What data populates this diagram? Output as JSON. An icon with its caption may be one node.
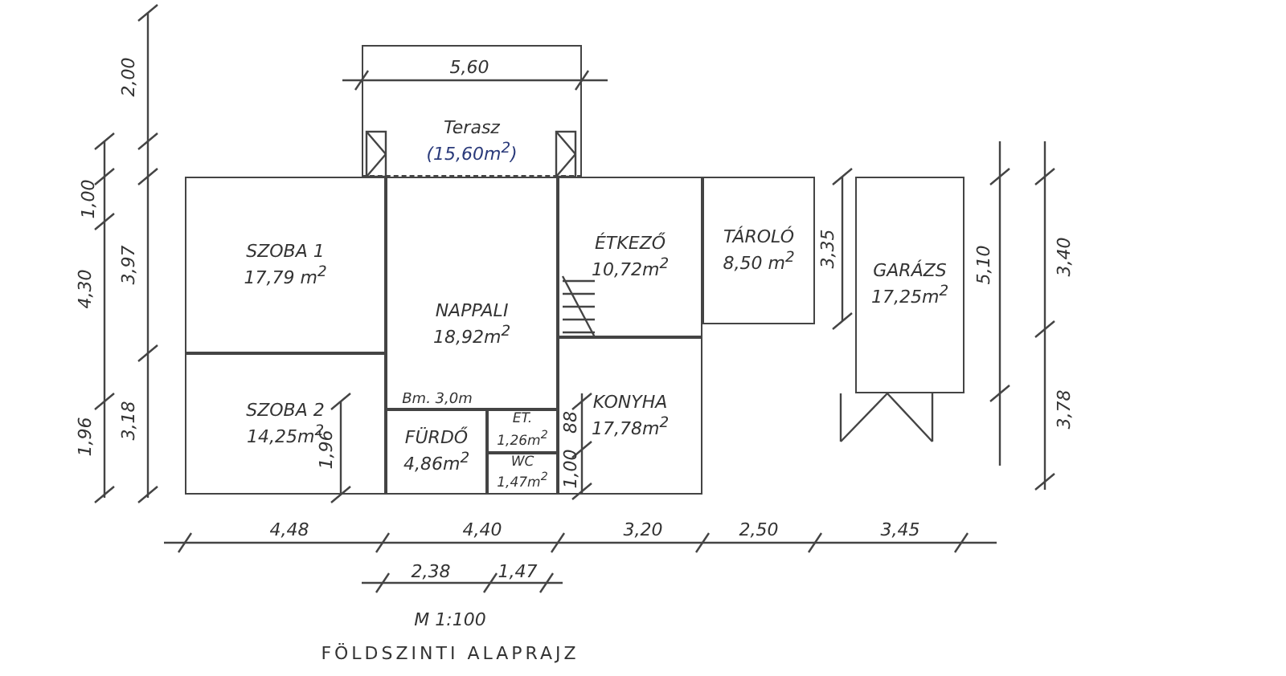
{
  "diagram": {
    "caption": "FÖLDSZINTI ALAPRAJZ",
    "nodes": [
      {
        "text": [
          "Terasz",
          "(15,60m$^{2}$)"
        ]
      },
      {
        "text": [
          "SZOBA 1",
          "17,79 m$^{2}$"
        ]
      },
      {
        "text": [
          "NAPPALI",
          "18,92m$^{2}$"
        ]
      },
      {
        "text": [
          "ÉTKEZŐ",
          "10,72m$^{2}$"
        ]
      },
      {
        "text": [
          "TÁROLÓ",
          "8,50 m$^{2}$"
        ]
      },
      {
        "text": [
          "GARÁZS",
          "17,25m$^{2}$"
        ]
      },
      {
        "text": [
          "SZOBA 2",
          "14,25m$^{2}$"
        ]
      },
      {
        "text": [
          "FÜRDŐ",
          "4,86m$^{2}$"
        ]
      },
      {
        "text": [
          "ET.",
          "1,26m$^{2}$"
        ]
      },
      {
        "text": [
          "WC",
          "1,47m$^{2}$"
        ]
      },
      {
        "text": [
          "KONYHA",
          "17,78m$^{2}$"
        ]
      }
    ],
    "edges": [],
    "labels": [
      "5,60",
      "2,00",
      "1,00",
      "4,30",
      "3,97",
      "3,35",
      "5,10",
      "3,40",
      "1,96",
      "3,18",
      "Bm. 3,0m",
      "1,96",
      "88",
      "1,00",
      "3,78",
      "4,48",
      "4,40",
      "3,20",
      "2,50",
      "3,45",
      "2,38",
      "1,47",
      "M 1:100"
    ]
  }
}
